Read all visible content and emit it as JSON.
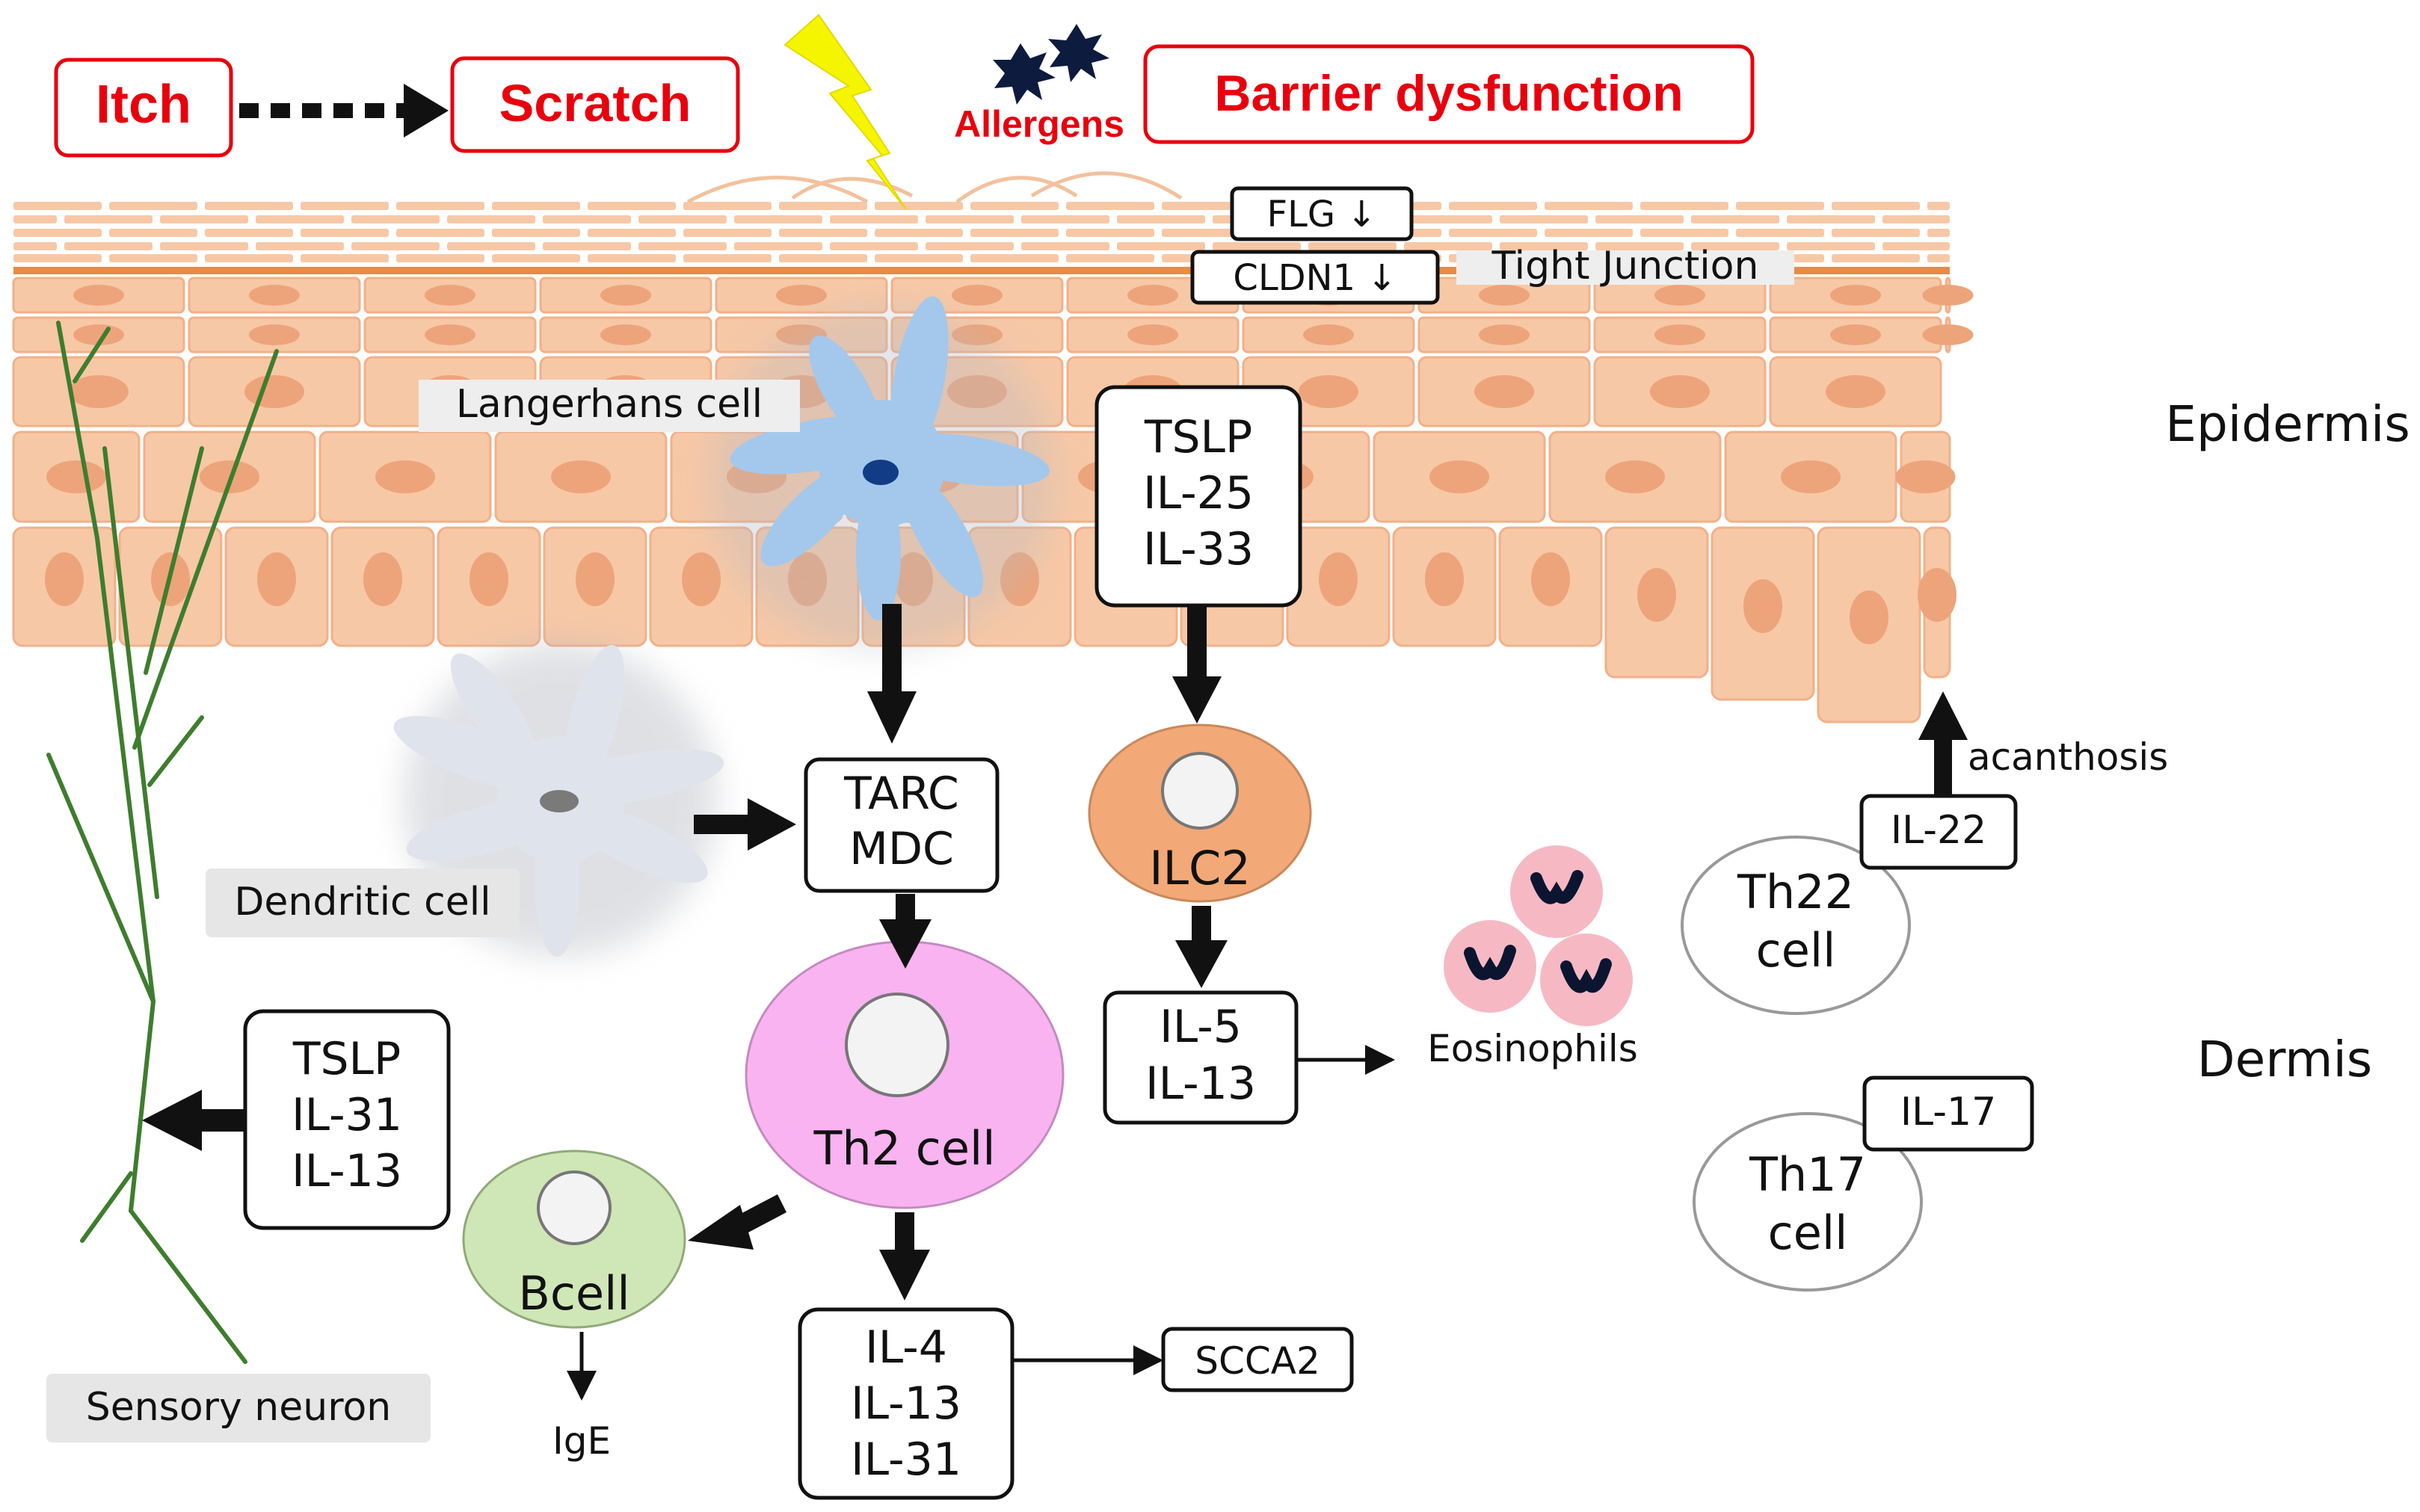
{
  "colors": {
    "accent_red": "#e8000d",
    "skin": "#f7c8a6",
    "skin_line": "#f2b089",
    "nucleus": "#eda47a",
    "tight_junction": "#ec8a40",
    "nerve": "#3e7d2e",
    "th2": "#f8b3f0",
    "ilc2": "#f2a877",
    "bcell": "#cfe6b7",
    "langerhans": "#a3c8ec",
    "dendritic": "#dfe3ec",
    "eosinophil": "#f6b9c4",
    "lightning": "#f5f500"
  },
  "top": {
    "itch": "Itch",
    "scratch": "Scratch",
    "barrier": "Barrier dysfunction",
    "allergens": "Allergens"
  },
  "barrier_markers": {
    "flg": "FLG ↓",
    "cldn1": "CLDN1 ↓",
    "tight_junction": "Tight Junction"
  },
  "layers": {
    "epidermis": "Epidermis",
    "dermis": "Dermis"
  },
  "cells": {
    "langerhans": "Langerhans cell",
    "dendritic": "Dendritic cell",
    "sensory": "Sensory neuron",
    "eosinophils": "Eosinophils",
    "ilc2": "ILC2",
    "th2": "Th2 cell",
    "bcell": "Bcell",
    "th22": [
      "Th22",
      "cell"
    ],
    "th17": [
      "Th17",
      "cell"
    ]
  },
  "boxes": {
    "epi_cytokines": [
      "TSLP",
      "IL-25",
      "IL-33"
    ],
    "chemokines": [
      "TARC",
      "MDC"
    ],
    "ilc2_out": [
      "IL-5",
      "IL-13"
    ],
    "th2_out": [
      "IL-4",
      "IL-13",
      "IL-31"
    ],
    "neuro": [
      "TSLP",
      "IL-31",
      "IL-13"
    ],
    "scca2": "SCCA2",
    "il22": "IL-22",
    "il17": "IL-17"
  },
  "labels": {
    "ige": "IgE",
    "acanthosis": "acanthosis"
  }
}
